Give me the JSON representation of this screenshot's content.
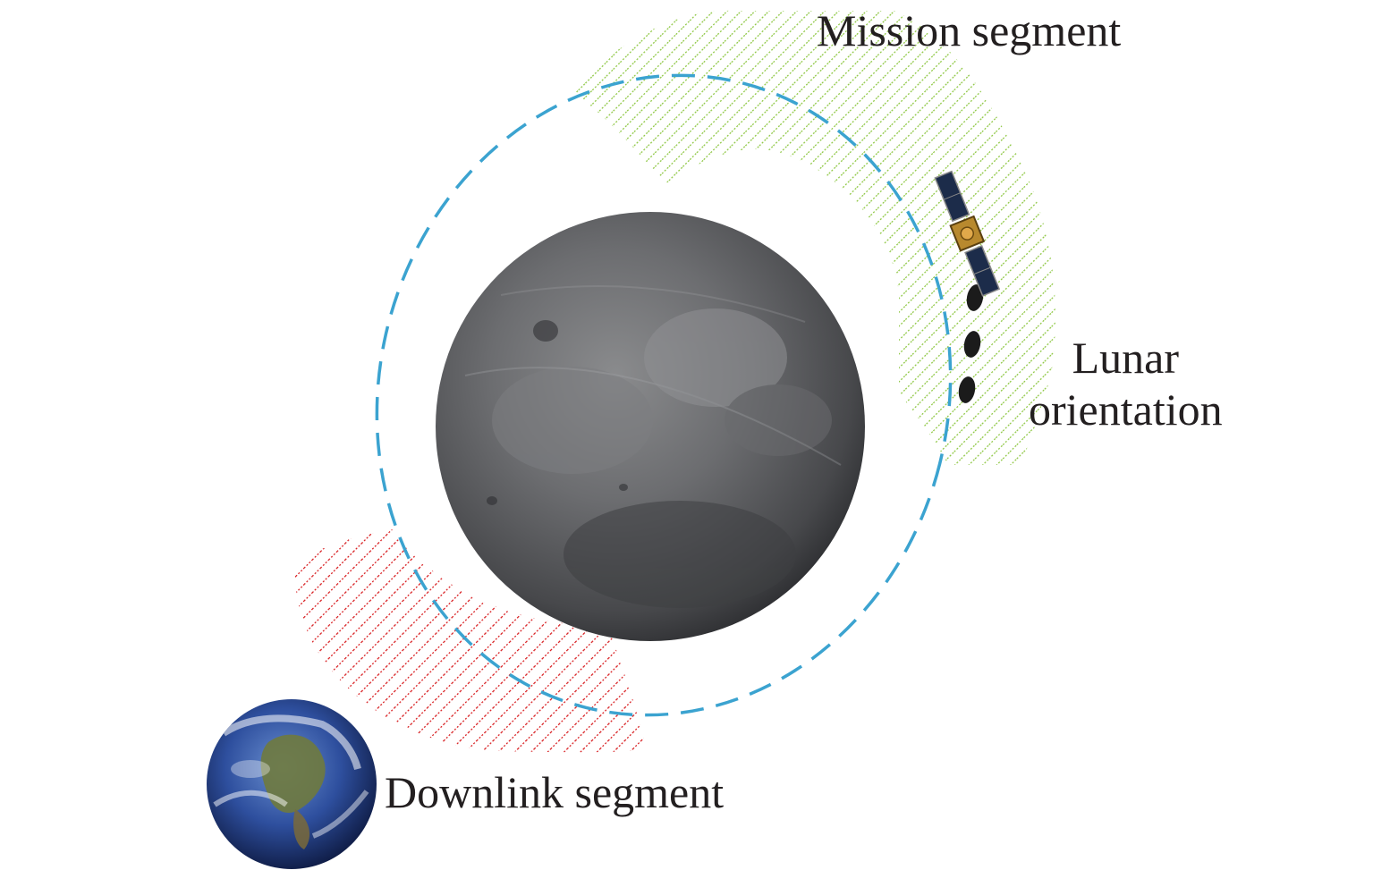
{
  "labels": {
    "mission_segment": "Mission segment",
    "lunar_orientation_line1": "Lunar",
    "lunar_orientation_line2": "orientation",
    "downlink_segment": "Downlink segment"
  },
  "colors": {
    "mission_hatch": "#8cc63f",
    "downlink_hatch": "#d7191c",
    "orbit": "#3ba3d0",
    "moon_surface": "#5b5c5e",
    "earth_ocean": "#2e4f9e",
    "text": "#231f20"
  },
  "icons": {
    "moon": "moon-icon",
    "earth": "earth-icon",
    "satellite": "satellite-icon"
  }
}
